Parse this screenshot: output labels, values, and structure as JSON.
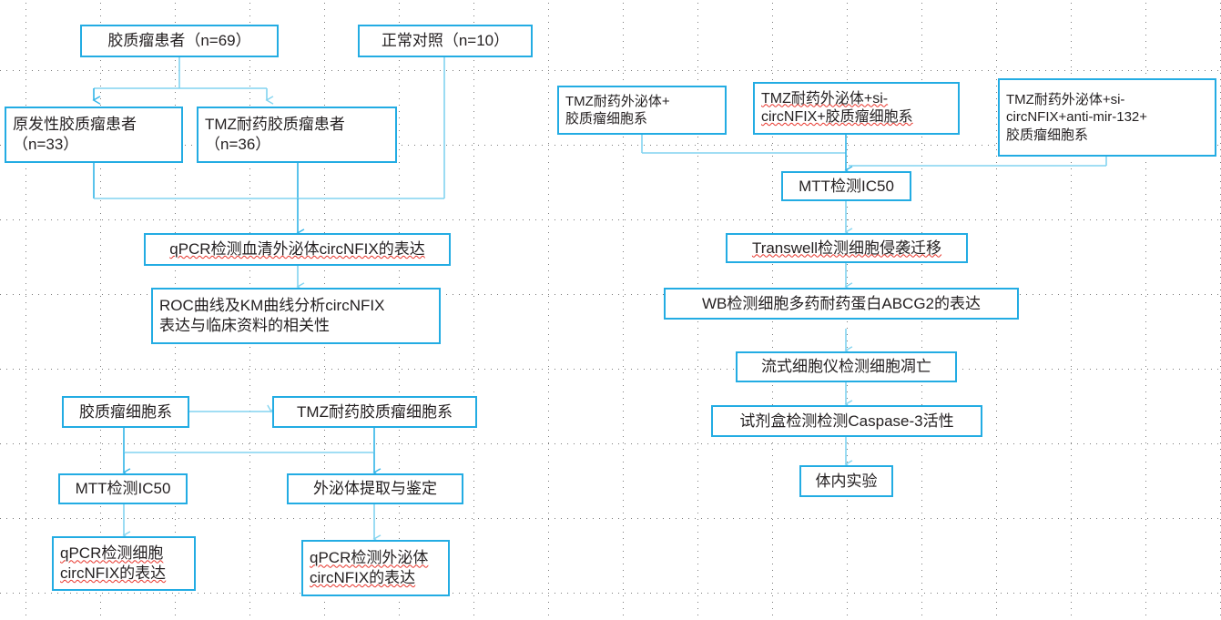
{
  "diagram": {
    "title": "circNFIX exosome glioma TMZ resistance study flowchart",
    "colors": {
      "node_border": "#23ace3",
      "edge_dark": "#31b4e8",
      "edge_light": "#82d4f0",
      "text": "#231f20",
      "spellcheck_underline": "#e8342a",
      "grid_dot": "#7a7a7a",
      "background": "#ffffff"
    },
    "nodes": [
      {
        "id": "n1",
        "label": "胶质瘤患者（n=69）"
      },
      {
        "id": "n2",
        "label": "正常对照（n=10）"
      },
      {
        "id": "n3",
        "label": "原发性胶质瘤患者\n（n=33）"
      },
      {
        "id": "n4",
        "label": "TMZ耐药胶质瘤患者\n（n=36）"
      },
      {
        "id": "n5",
        "label": "qPCR检测血清外泌体circNFIX的表达"
      },
      {
        "id": "n6",
        "label": "ROC曲线及KM曲线分析circNFIX\n表达与临床资料的相关性"
      },
      {
        "id": "n7",
        "label": "胶质瘤细胞系"
      },
      {
        "id": "n8",
        "label": "TMZ耐药胶质瘤细胞系"
      },
      {
        "id": "n9",
        "label": "MTT检测IC50"
      },
      {
        "id": "n10",
        "label": "外泌体提取与鉴定"
      },
      {
        "id": "n11",
        "label": "qPCR检测细胞\ncircNFIX的表达"
      },
      {
        "id": "n12",
        "label": "qPCR检测外泌体\ncircNFIX的表达"
      },
      {
        "id": "n13",
        "label": "TMZ耐药外泌体+\n胶质瘤细胞系"
      },
      {
        "id": "n14",
        "label": "TMZ耐药外泌体+si-\ncircNFIX+胶质瘤细胞系"
      },
      {
        "id": "n15",
        "label": "TMZ耐药外泌体+si-\ncircNFIX+anti-mir-132+\n胶质瘤细胞系"
      },
      {
        "id": "n16",
        "label": "MTT检测IC50"
      },
      {
        "id": "n17",
        "label": "Transwell检测细胞侵袭迁移"
      },
      {
        "id": "n18",
        "label": "WB检测细胞多药耐药蛋白ABCG2的表达"
      },
      {
        "id": "n19",
        "label": "流式细胞仪检测细胞凋亡"
      },
      {
        "id": "n20",
        "label": "试剂盒检测检测Caspase-3活性"
      },
      {
        "id": "n21",
        "label": "体内实验"
      }
    ]
  }
}
